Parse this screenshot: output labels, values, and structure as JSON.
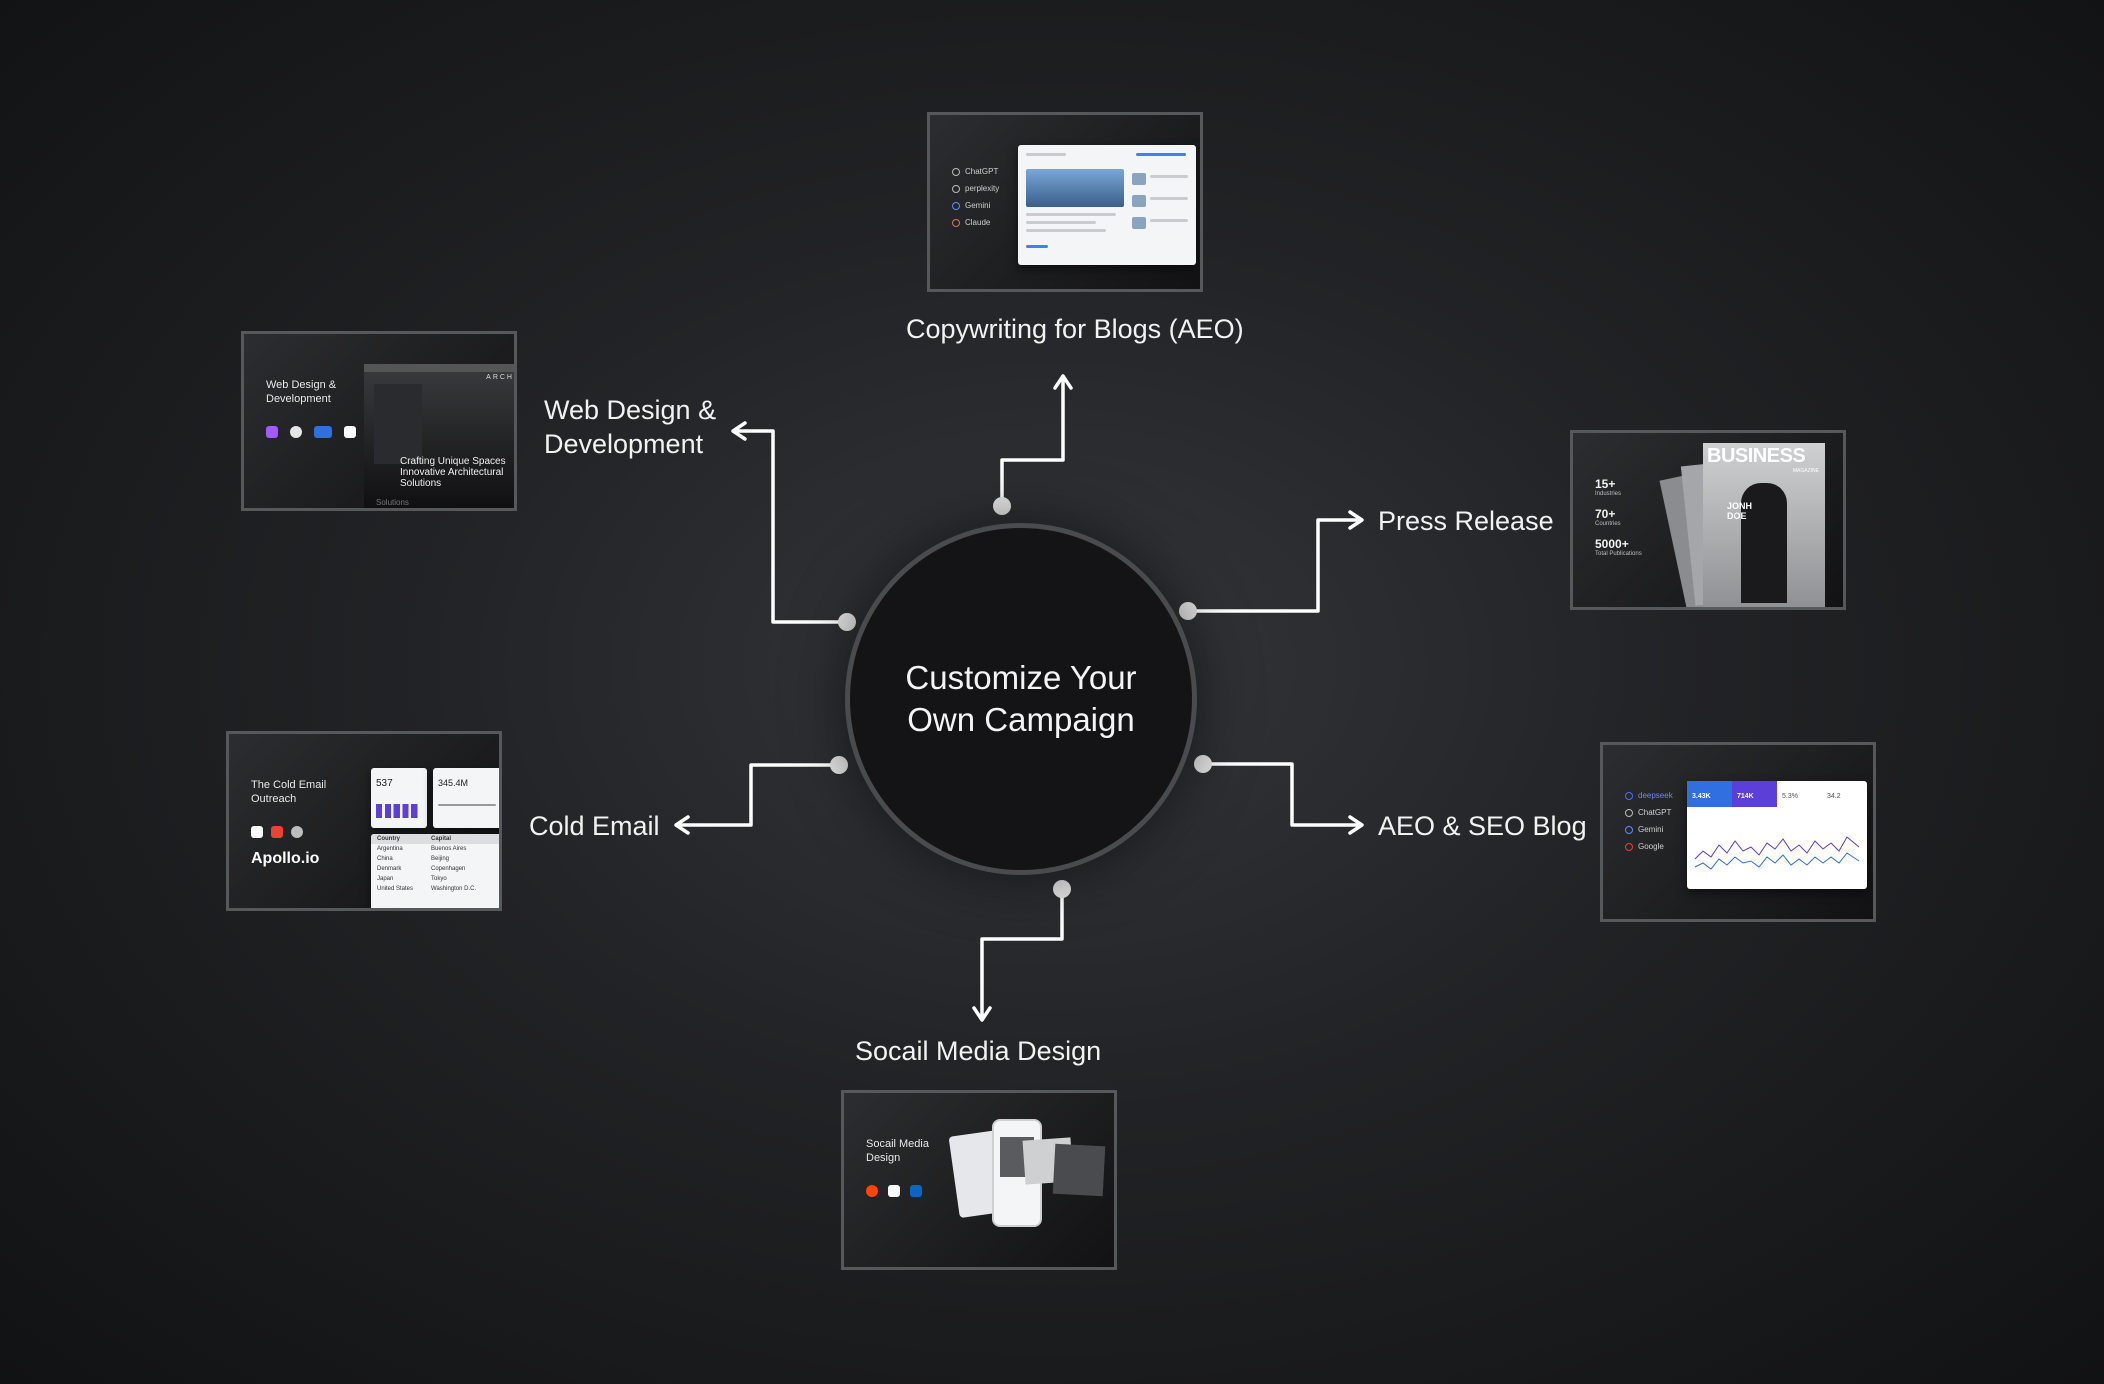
{
  "hub": {
    "title": "Customize Your Own Campaign"
  },
  "nodes": {
    "copywriting": {
      "label": "Copywriting for Blogs (AEO)",
      "tools": [
        "ChatGPT",
        "perplexity",
        "Gemini",
        "Claude"
      ]
    },
    "web_design": {
      "label": "Web Design & Development",
      "card_title": "Web Design & Development",
      "hero_text": "Crafting Unique Spaces Innovative Architectural Solutions",
      "brand": "ARCH",
      "hero_sub": "Solutions"
    },
    "press_release": {
      "label": "Press Release",
      "stats": [
        {
          "value": "15+",
          "caption": "Industries"
        },
        {
          "value": "70+",
          "caption": "Countries"
        },
        {
          "value": "5000+",
          "caption": "Total Publications"
        }
      ],
      "magazine": "BUSINESS",
      "magazine_sub": "MAGAZINE",
      "cover_name": "JONH DOE"
    },
    "cold_email": {
      "label": "Cold Email",
      "card_title": "The Cold Email Outreach",
      "brand": "Apollo.io",
      "metric_1": "537",
      "metric_2": "345.4M",
      "table_headers": [
        "Country",
        "Capital"
      ],
      "table_rows": [
        [
          "Argentina",
          "Buenos Aires"
        ],
        [
          "China",
          "Beijing"
        ],
        [
          "Denmark",
          "Copenhagen"
        ],
        [
          "Japan",
          "Tokyo"
        ],
        [
          "United States",
          "Washington D.C."
        ]
      ]
    },
    "aeo_seo": {
      "label": "AEO & SEO Blog",
      "tools": [
        "deepseek",
        "ChatGPT",
        "Gemini",
        "Google"
      ],
      "metrics": [
        "3.43K",
        "714K",
        "5.3%",
        "34.2"
      ]
    },
    "social": {
      "label": "Socail Media Design",
      "card_title": "Socail Media Design"
    }
  },
  "colors": {
    "accent_purple": "#5b3fd6",
    "accent_blue": "#2f6fe0",
    "connector": "#ffffff"
  }
}
